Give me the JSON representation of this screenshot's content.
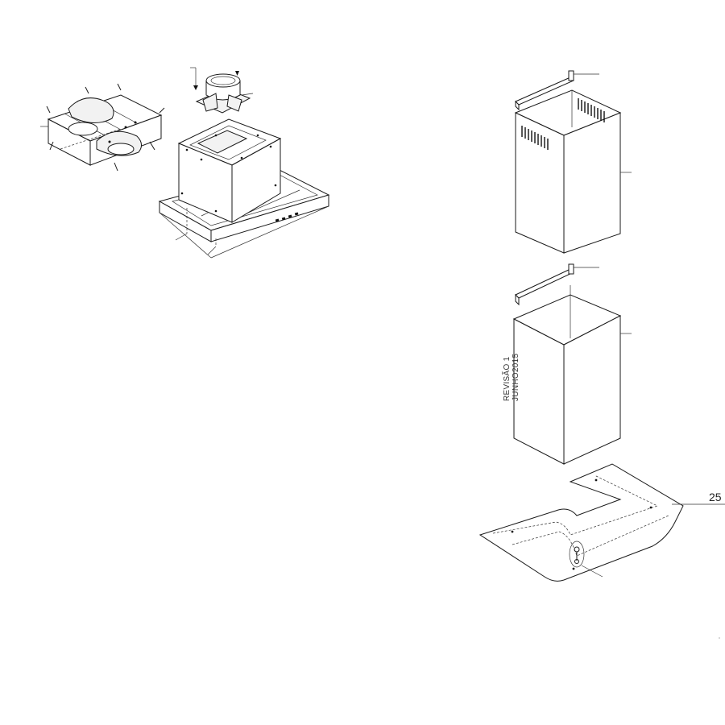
{
  "revision": {
    "line1": "REVISÃO 1",
    "line2": "JUNHO2015"
  },
  "callouts": [
    {
      "label": ""
    },
    {
      "label": ""
    },
    {
      "label": ""
    },
    {
      "label": ""
    },
    {
      "label": ""
    },
    {
      "label": ""
    },
    {
      "label": "25"
    }
  ],
  "colors": {
    "line": "#1a1a1a",
    "background": "#ffffff"
  }
}
